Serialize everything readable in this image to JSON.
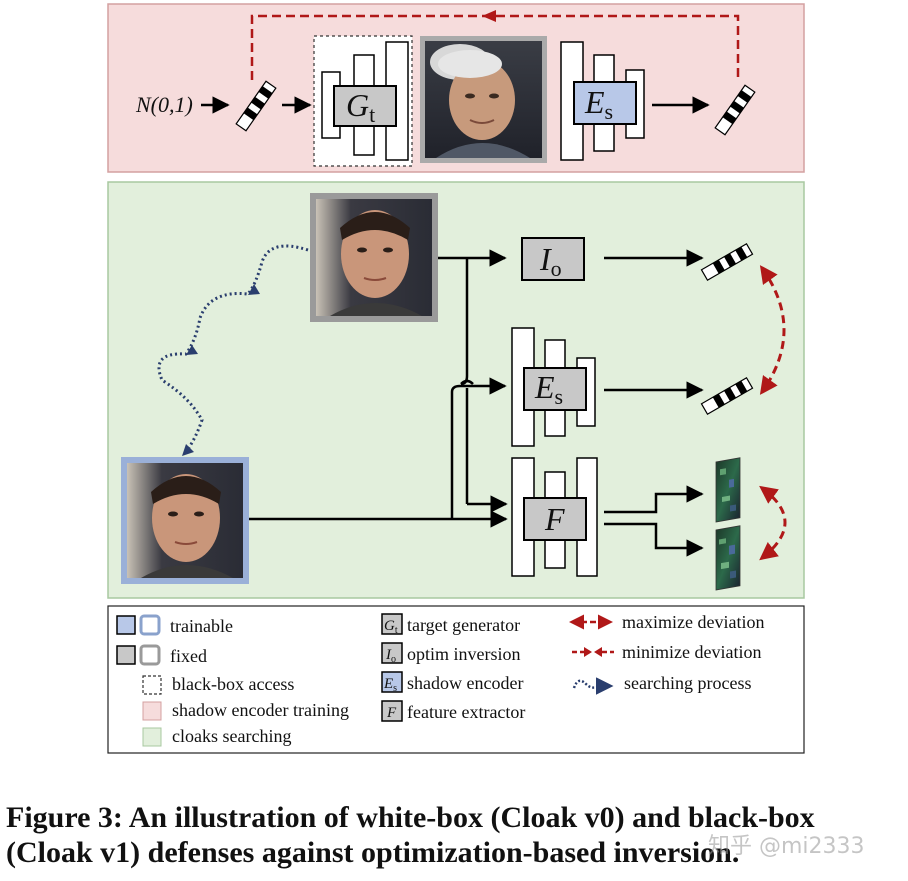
{
  "top": {
    "noise_label": "N(0,1)",
    "generator_symbol": "G",
    "generator_sub": "t",
    "encoder_symbol": "E",
    "encoder_sub": "s"
  },
  "bottom": {
    "inversion_symbol": "I",
    "inversion_sub": "o",
    "encoder_symbol": "E",
    "encoder_sub": "s",
    "feature_symbol": "F"
  },
  "legend": {
    "trainable": "trainable",
    "fixed": "fixed",
    "blackbox": "black-box access",
    "shadow_training": "shadow encoder training",
    "cloaks_searching": "cloaks searching",
    "target_generator": "target generator",
    "optim_inversion": "optim inversion",
    "shadow_encoder": "shadow encoder",
    "feature_extractor": "feature extractor",
    "maximize": "maximize deviation",
    "minimize": "minimize deviation",
    "searching": "searching process",
    "sym_G": "G",
    "sym_G_sub": "t",
    "sym_I": "I",
    "sym_I_sub": "o",
    "sym_E": "E",
    "sym_E_sub": "s",
    "sym_F": "F"
  },
  "caption": "Figure 3: An illustration of white-box (Cloak v0) and black-box (Cloak v1) defenses against optimization-based inversion.",
  "watermark": "知乎 @mi2333",
  "colors": {
    "pink_panel": "#f6dcdc",
    "green_panel": "#e2efdc",
    "fixed_gray": "#c8c8c8",
    "trainable_blue": "#b8c8e8",
    "red_arrow": "#b01818",
    "blue_arrow": "#2a3e6e"
  }
}
